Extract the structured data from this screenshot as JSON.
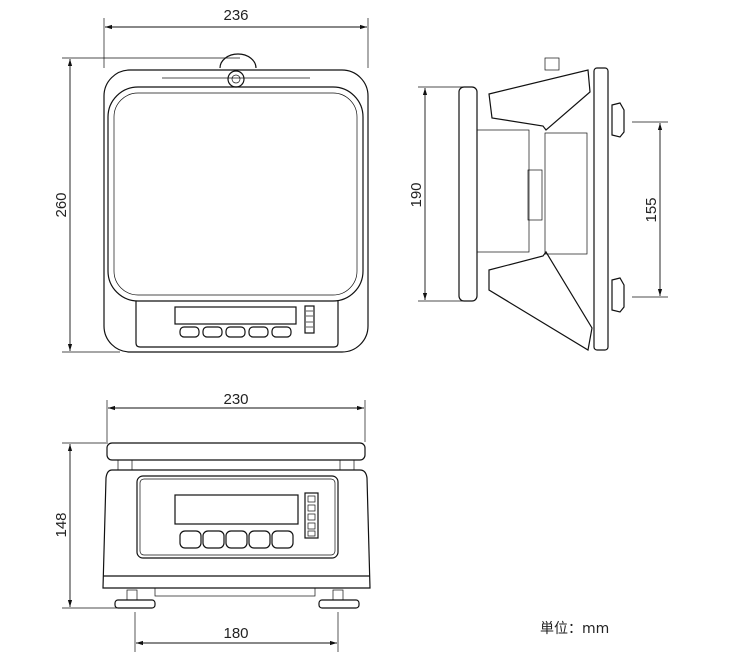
{
  "title": "Scale dimension drawing",
  "dimensions": {
    "top_width": "236",
    "top_depth": "260",
    "side_depth": "190",
    "foot_spacing_side": "155",
    "front_platter_width": "230",
    "front_height": "148",
    "foot_spacing_front": "180"
  },
  "unit_label": "単位：mm",
  "colors": {
    "line": "#111111",
    "background": "#ffffff"
  }
}
